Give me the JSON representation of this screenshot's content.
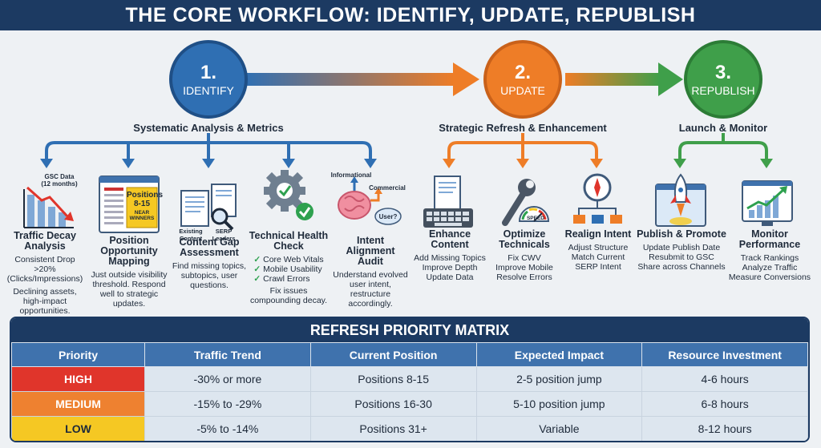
{
  "title": "THE CORE WORKFLOW: IDENTIFY, UPDATE, REPUBLISH",
  "colors": {
    "identify": "#2f6fb3",
    "update": "#ee7d27",
    "republish": "#3f9f4a",
    "navy": "#1c3a62",
    "high": "#e0352b",
    "medium": "#ee8130",
    "low": "#f5c823"
  },
  "phases": [
    {
      "num": "1.",
      "word": "IDENTIFY",
      "subtitle": "Systematic Analysis & Metrics"
    },
    {
      "num": "2.",
      "word": "UPDATE",
      "subtitle": "Strategic Refresh & Enhancement"
    },
    {
      "num": "3.",
      "word": "REPUBLISH",
      "subtitle": "Launch & Monitor"
    }
  ],
  "identify_cards": [
    {
      "title": "Traffic Decay Analysis",
      "lines": [
        "Consistent Drop >20% (Clicks/Impressions)",
        "Declining assets, high-impact opportunities."
      ],
      "icon": "declining-chart-icon",
      "icon_text": "GSC Data (12 months)"
    },
    {
      "title": "Position Opportunity Mapping",
      "lines": [
        "Just outside visibility threshold. Respond well to strategic updates."
      ],
      "icon": "serp-page-icon",
      "icon_text": "Positions 8-15",
      "icon_text2": "NEAR WINNERS"
    },
    {
      "title": "Content Gap Assessment",
      "lines": [
        "Find missing topics, subtopics, user questions."
      ],
      "icon": "document-compare-icon",
      "icon_text": "Existing Content",
      "icon_text2": "SERP Leaders"
    },
    {
      "title": "Technical Health Check",
      "checks": [
        "Core Web Vitals",
        "Mobile Usability",
        "Crawl Errors"
      ],
      "lines": [
        "Fix issues compounding decay."
      ],
      "icon": "gear-check-icon"
    },
    {
      "title": "Intent Alignment Audit",
      "lines": [
        "Understand evolved user intent, restructure accordingly."
      ],
      "icon": "brain-icon",
      "icon_text": "Informational",
      "icon_text2": "Commercial",
      "icon_text3": "User?"
    }
  ],
  "update_cards": [
    {
      "title": "Enhance Content",
      "lines": [
        "Add Missing Topics",
        "Improve Depth",
        "Update Data"
      ],
      "icon": "document-keyboard-icon"
    },
    {
      "title": "Optimize Technicals",
      "lines": [
        "Fix CWV",
        "Improve Mobile",
        "Resolve Errors"
      ],
      "icon": "wrench-gauge-icon",
      "icon_text": "SPEED"
    },
    {
      "title": "Realign Intent",
      "lines": [
        "Adjust Structure",
        "Match Current",
        "SERP Intent"
      ],
      "icon": "compass-structure-icon"
    }
  ],
  "republish_cards": [
    {
      "title": "Publish & Promote",
      "lines": [
        "Update Publish Date",
        "Resubmit to GSC",
        "Share across Channels"
      ],
      "icon": "rocket-icon"
    },
    {
      "title": "Monitor Performance",
      "lines": [
        "Track Rankings",
        "Analyze Traffic",
        "Measure Conversions"
      ],
      "icon": "rising-chart-icon"
    }
  ],
  "matrix": {
    "title": "REFRESH PRIORITY MATRIX",
    "headers": [
      "Priority",
      "Traffic Trend",
      "Current Position",
      "Expected Impact",
      "Resource Investment"
    ],
    "rows": [
      [
        "HIGH",
        "-30% or more",
        "Positions 8-15",
        "2-5 position jump",
        "4-6 hours"
      ],
      [
        "MEDIUM",
        "-15% to -29%",
        "Positions 16-30",
        "5-10 position jump",
        "6-8 hours"
      ],
      [
        "LOW",
        "-5% to -14%",
        "Positions 31+",
        "Variable",
        "8-12 hours"
      ]
    ]
  }
}
